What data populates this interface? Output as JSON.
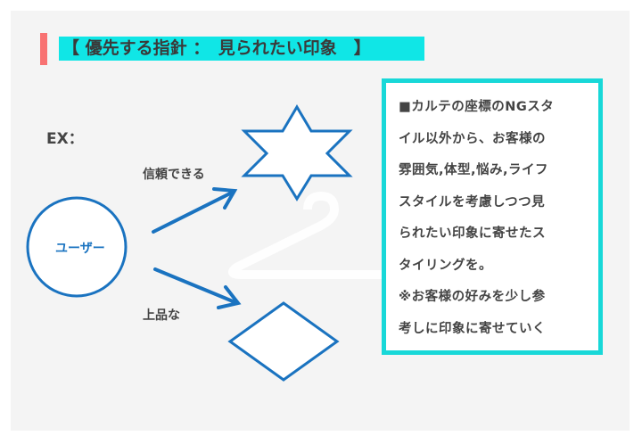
{
  "title": "【 優先する指針 ：　見られたい印象　】",
  "example_label": "EX：",
  "user_label": "ユーザー",
  "arrow_up_label": "信頼できる",
  "arrow_down_label": "上品な",
  "note_lines": [
    "■カルテの座標のNGスタ",
    "イル以外から、お客様の",
    "雰囲気,体型,悩み,ライフ",
    "スタイルを考慮しつつ見",
    "られたい印象に寄せたス",
    "タイリングを。"
  ],
  "note2_lines": [
    "※お客様の好みを少し参",
    "考しに印象に寄せていく"
  ],
  "colors": {
    "accent": "#f87272",
    "highlight": "#10e6e6",
    "shape": "#1a73c0",
    "box_border": "#18d8d8"
  }
}
